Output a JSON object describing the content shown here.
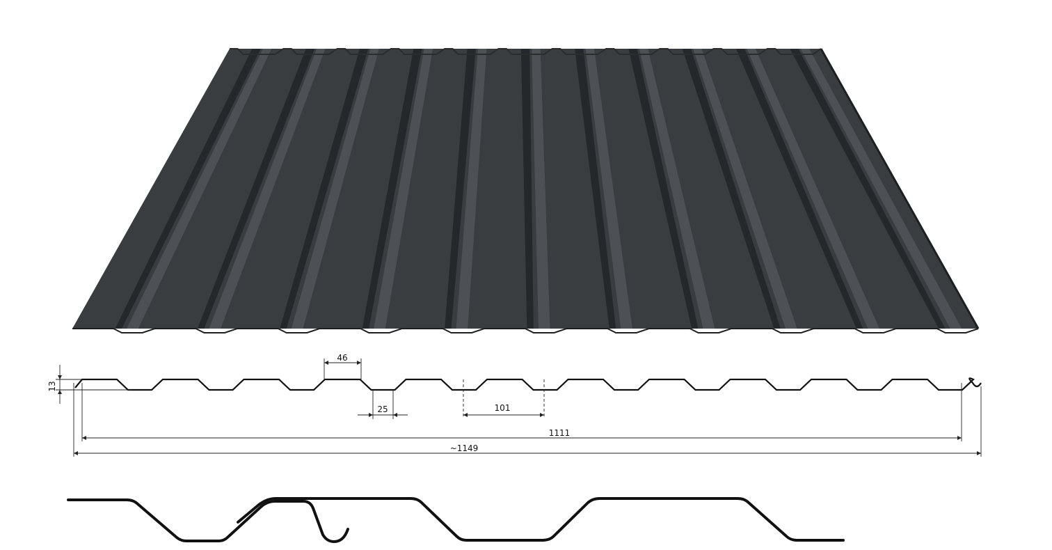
{
  "product": {
    "sheet_color": "#3a3d40",
    "sheet_dark": "#222427",
    "sheet_light": "#555a5e",
    "rib_count": 11
  },
  "dimensions": {
    "height": "13",
    "top_flat": "46",
    "bottom_flat": "25",
    "pitch": "101",
    "cover_width": "1111",
    "total_width": "~1149"
  },
  "colors": {
    "line": "#111111",
    "dimension": "#222222"
  }
}
